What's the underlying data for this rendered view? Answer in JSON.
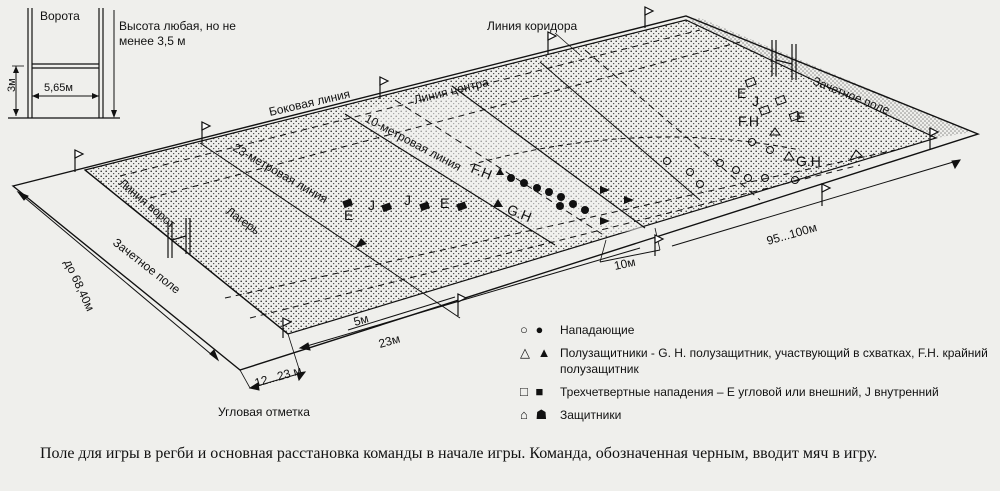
{
  "goal_inset": {
    "title": "Ворота",
    "height_note": "Высота любая, но не менее 3,5 м",
    "crossbar_height": "3м",
    "post_width": "5,65м"
  },
  "field_labels": {
    "corridor_line": "Линия коридора",
    "side_line": "Боковая линия",
    "center_line": "Линия центра",
    "ten_meter_line": "10-метровая линия",
    "twentytwo_meter_line": "23-метровая линия",
    "goal_line": "Линия ворот",
    "camp": "Лагерь",
    "in_goal_left": "Зачетное поле",
    "in_goal_right": "Зачетное поле",
    "corner_mark": "Угловая отметка"
  },
  "dimensions": {
    "width": "до 68,40м",
    "length": "95...100м",
    "ten": "10м",
    "twentythree": "23м",
    "five": "5м",
    "in_goal_depth": "12...23 м"
  },
  "player_labels": {
    "fh_left": "F.H",
    "gh_left": "G.H",
    "e_left": "E",
    "j_left1": "J",
    "j_left2": "J",
    "e_left2": "E",
    "e_right1": "E",
    "j_right": "J",
    "e_right2": "E",
    "fh_right": "F.H",
    "gh_right": "G.H"
  },
  "legend": [
    {
      "symbols": "○ ●",
      "text": "Нападающие"
    },
    {
      "symbols": "△ ▲",
      "text": "Полузащитники - G. H. полузащитник, участвующий в схватках, F.H. крайний полузащитник"
    },
    {
      "symbols": "□ ■",
      "text": "Трехчетвертные нападения – E угловой или внешний, J внутренний"
    },
    {
      "symbols": "⌂ ☗",
      "text": "Защитники"
    }
  ],
  "caption": "Поле для игры в регби и основная расстановка команды в начале игры. Команда, обозначенная черным, вводит мяч в игру."
}
